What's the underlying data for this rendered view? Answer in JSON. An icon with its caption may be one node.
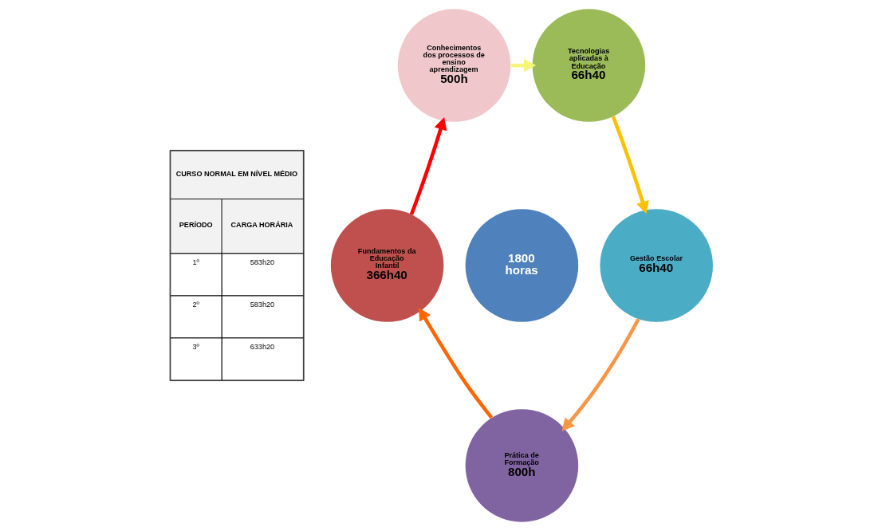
{
  "diagram": {
    "nodes": [
      {
        "text": [
          "Conhecimentos dos processos de ensino aprendizagem",
          "500h"
        ]
      },
      {
        "text": [
          "Tecnologias aplicadas à Educação",
          "66h40"
        ]
      },
      {
        "text": [
          "1800 horas"
        ]
      },
      {
        "text": [
          "Fundamentos da Educação Infantil",
          "366h40"
        ]
      },
      {
        "text": [
          "Gestão Escolar",
          "66h40"
        ]
      },
      {
        "text": [
          "Prática de Formação",
          "800h"
        ]
      }
    ],
    "edges": [
      {
        "from": 0,
        "to": 1,
        "arrow": "to",
        "color": "#f5f57a"
      },
      {
        "from": 1,
        "to": 4,
        "arrow": "to",
        "color": "#ffc000"
      },
      {
        "from": 4,
        "to": 5,
        "arrow": "to",
        "color": "#f79646"
      },
      {
        "from": 5,
        "to": 3,
        "arrow": "to",
        "color": "#ff6600"
      },
      {
        "from": 3,
        "to": 0,
        "arrow": "to",
        "color": "#ff0000"
      }
    ],
    "labels": [
      "CURSO NORMAL EM NÍVEL MÉDIO",
      "PERÍODO",
      "CARGA HORÁRIA",
      "1º",
      "583h20",
      "2º",
      "583h20",
      "3º",
      "633h20"
    ]
  }
}
